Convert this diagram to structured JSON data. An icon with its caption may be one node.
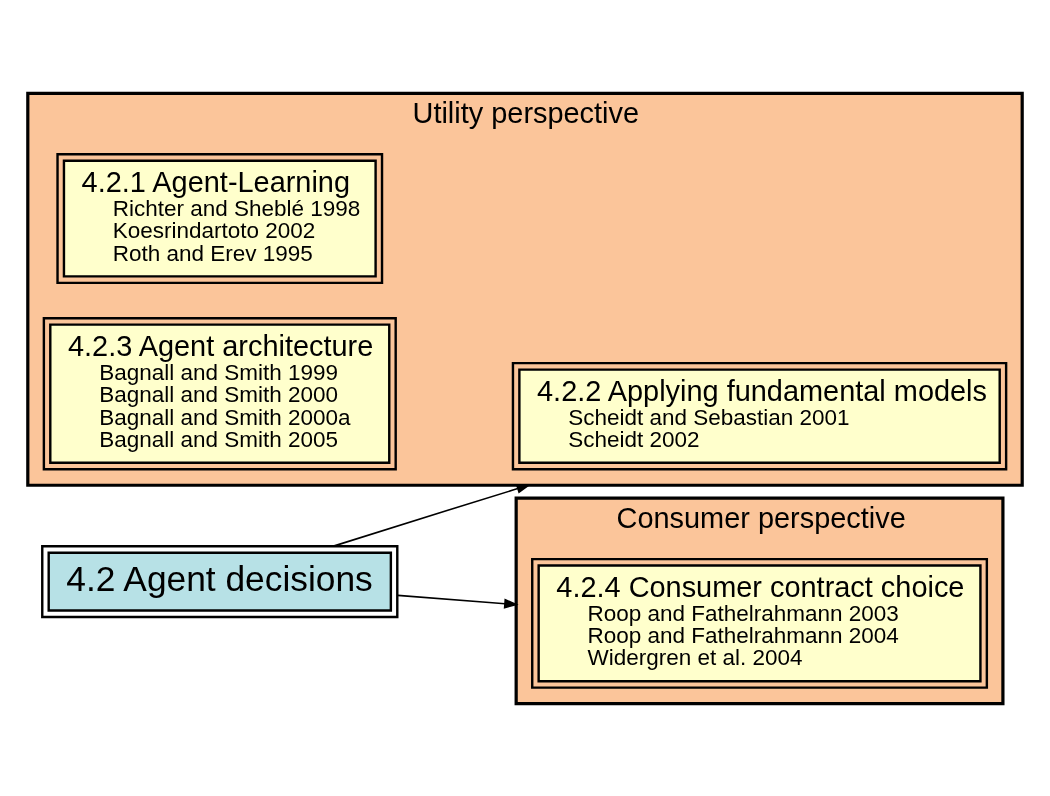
{
  "diagram": {
    "nodes": [
      {
        "text": [
          "4.2 Agent decisions"
        ]
      },
      {
        "text": [
          "Utility perspective"
        ]
      },
      {
        "text": [
          "4.2.1 Agent-Learning",
          "Richter and Sheblé 1998",
          "Koesrindartoto 2002",
          "Roth and Erev 1995"
        ],
        "in": 1
      },
      {
        "text": [
          "4.2.2 Applying fundamental models",
          "Scheidt and Sebastian 2001",
          "Scheidt 2002"
        ],
        "in": 1
      },
      {
        "text": [
          "4.2.3 Agent architecture",
          "Bagnall and Smith 1999",
          "Bagnall and Smith 2000",
          "Bagnall and Smith 2000a",
          "Bagnall and Smith 2005"
        ],
        "in": 1
      },
      {
        "text": [
          "Consumer perspective"
        ]
      },
      {
        "text": [
          "4.2.4 Consumer contract choice",
          "Roop and Fathelrahmann 2003",
          "Roop and Fathelrahmann 2004",
          "Widergren et al. 2004"
        ],
        "in": 5
      }
    ],
    "edges": [
      {
        "from": 0,
        "to": 1,
        "arrow": "to"
      },
      {
        "from": 0,
        "to": 5,
        "arrow": "to"
      }
    ]
  }
}
